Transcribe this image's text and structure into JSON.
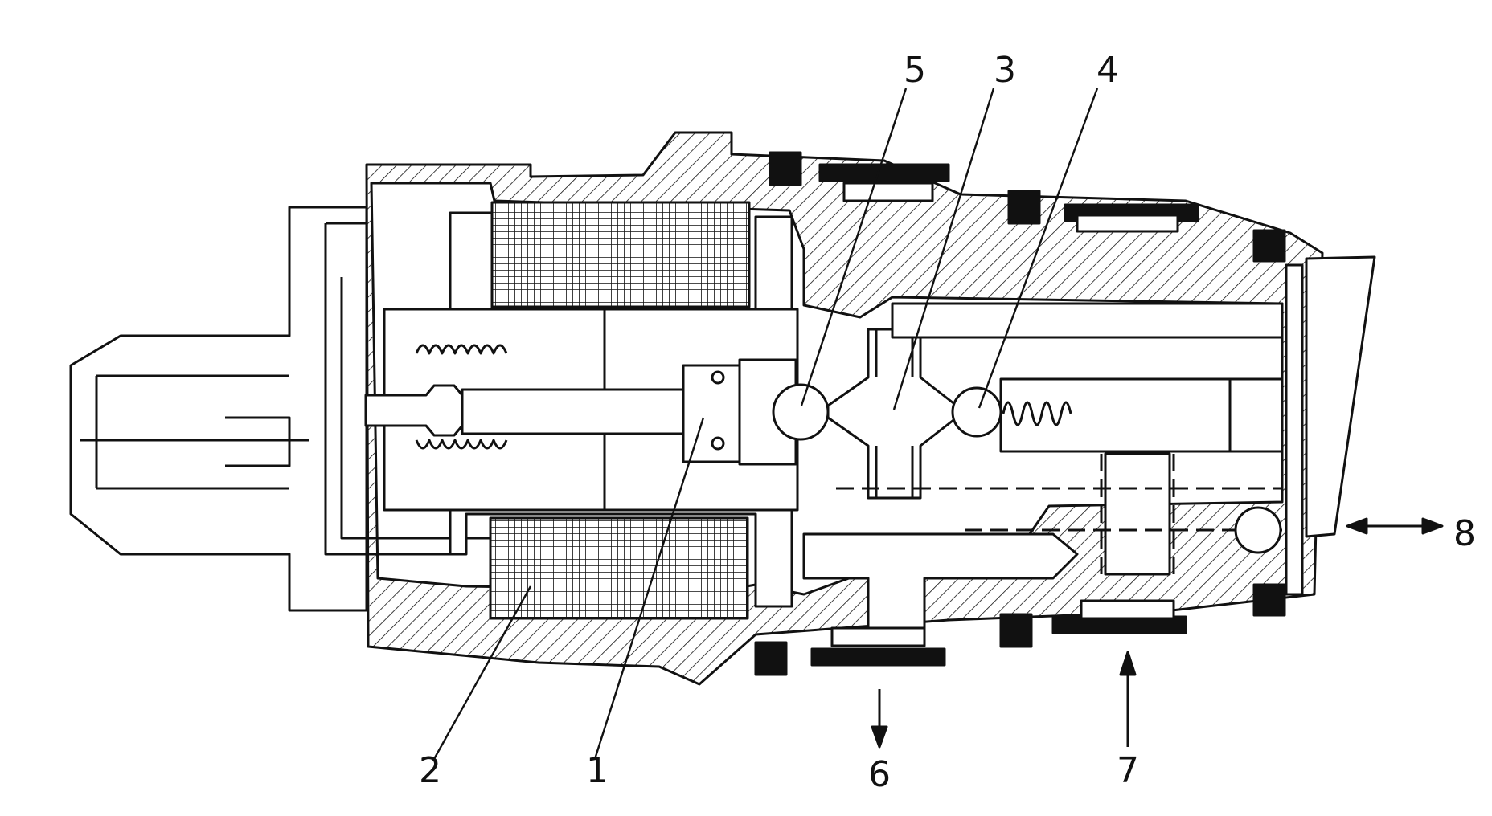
{
  "labels": {
    "l1": "1",
    "l2": "2",
    "l3": "3",
    "l4": "4",
    "l5": "5",
    "l6": "6",
    "l7": "7",
    "l8": "8"
  },
  "colors": {
    "ink": "#111111",
    "background": "#ffffff"
  }
}
